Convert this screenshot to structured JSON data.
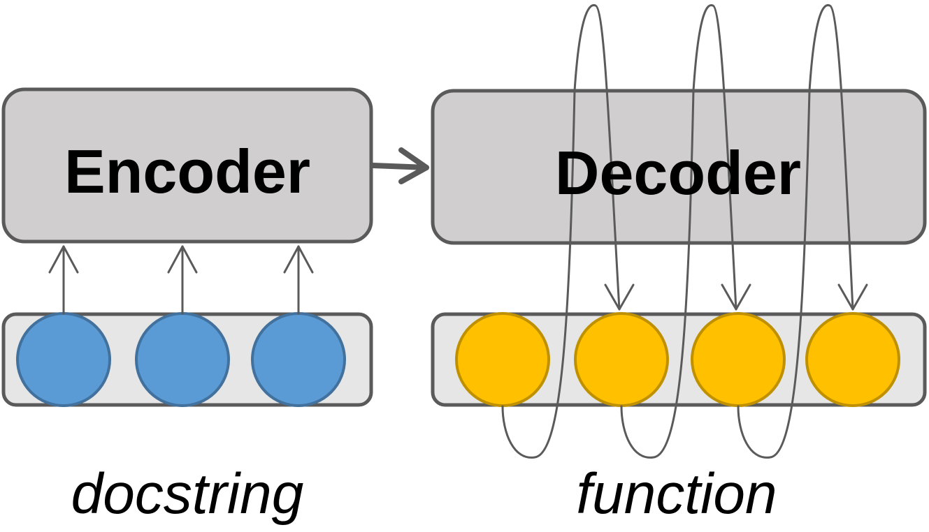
{
  "encoder": {
    "label": "Encoder",
    "input_caption": "docstring",
    "token_color": "#5b9bd5",
    "token_stroke": "#41719c",
    "token_count": 3
  },
  "decoder": {
    "label": "Decoder",
    "output_caption": "function",
    "token_color": "#ffc000",
    "token_stroke": "#bf9000",
    "token_count": 4
  },
  "colors": {
    "box_fill": "#d0cece",
    "box_stroke": "#5a5a5a",
    "token_tray_fill": "#e7e6e6",
    "arrow": "#5a5a5a"
  }
}
